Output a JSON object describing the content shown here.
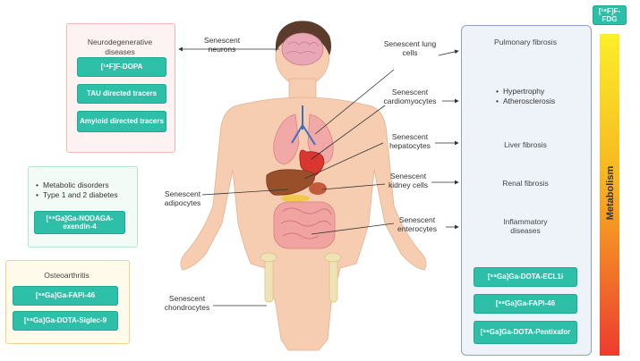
{
  "top_tracer": "[¹⁸F]F-FDG",
  "metabolism_label": "Metabolism",
  "left_boxes": {
    "neuro": {
      "title": "Neurodegenerative diseases",
      "tracers": [
        "[¹⁸F]F-DOPA",
        "TAU directed tracers",
        "Amyloid directed tracers"
      ]
    },
    "metabolic": {
      "bullets": [
        "Metabolic disorders",
        "Type 1 and 2 diabetes"
      ],
      "tracers": [
        "[⁶⁸Ga]Ga-NODAGA-exendin-4"
      ]
    },
    "osteo": {
      "title": "Osteoarthritis",
      "tracers": [
        "[⁶⁸Ga]Ga-FAPI-46",
        "[⁶⁸Ga]Ga-DOTA-Siglec-9"
      ]
    }
  },
  "cell_labels": {
    "neurons": "Senescent neurons",
    "adipocytes": "Senescent adipocytes",
    "chondrocytes": "Senescent chondrocytes",
    "lung": "Senescent lung cells",
    "cardio": "Senescent cardiomyocytes",
    "hepato": "Senescent hepatocytes",
    "kidney": "Senescent kidney cells",
    "entero": "Senescent enterocytes"
  },
  "right_panel": {
    "pulmonary": "Pulmonary fibrosis",
    "cardio_bullets": [
      "Hypertrophy",
      "Atherosclerosis"
    ],
    "liver": "Liver fibrosis",
    "renal": "Renal fibrosis",
    "inflammatory": "Inflammatory diseases",
    "tracers": [
      "[⁶⁸Ga]Ga-DOTA-ECL1i",
      "[⁶⁸Ga]Ga-FAPI-46",
      "[⁶⁸Ga]Ga-DOTA-Pentixafor"
    ]
  },
  "colors": {
    "tracer_fill": "#2dbfa8",
    "neuro_border": "#f3b8b4",
    "neuro_fill": "#fdf3f2",
    "metabolic_border": "#b7e3cf",
    "metabolic_fill": "#f3fbf7",
    "osteo_border": "#f1d28a",
    "osteo_fill": "#fffaea",
    "right_border": "#8aa3c9",
    "right_fill": "#eef3fa",
    "gradient_top": "#f6e51a",
    "gradient_bottom": "#ee3b2f"
  }
}
